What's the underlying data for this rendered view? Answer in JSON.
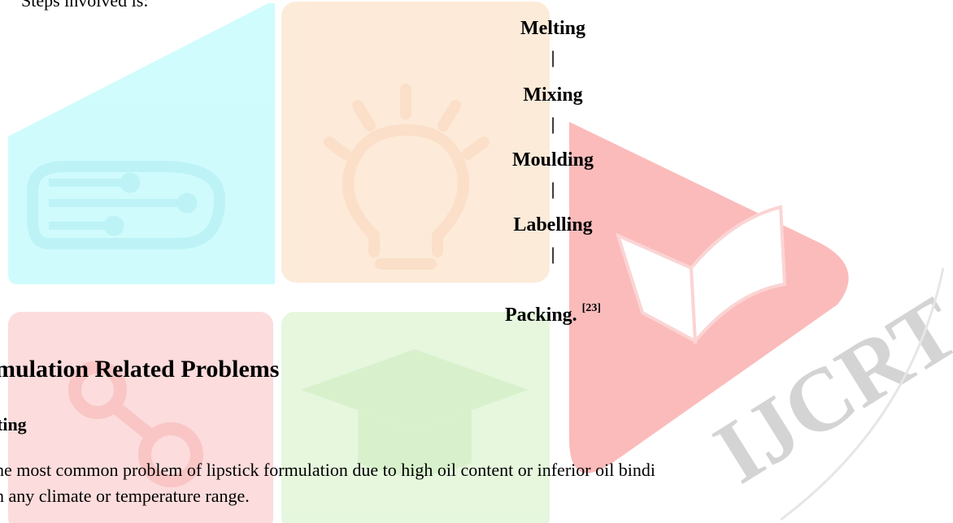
{
  "intro_text": "Steps involved is:",
  "process_steps": [
    "Melting",
    "Mixing",
    "Moulding",
    "Labelling",
    "Packing."
  ],
  "process_separator": "|",
  "process_citation": "[23]",
  "section_heading": "mulation Related Problems",
  "subsection_heading": "ting",
  "paragraph_lines": [
    "he most common problem of lipstick formulation due to high oil content or inferior oil bindi",
    "n any climate or temperature range."
  ],
  "watermark": {
    "text": "IJCRT",
    "colors": {
      "cyan": "#c8fbfd",
      "peach": "#fde7d2",
      "red": "#fbb4b4",
      "pink": "#fcd6d6",
      "green": "#e2f6d9",
      "letters": "#d4d4d4"
    }
  }
}
